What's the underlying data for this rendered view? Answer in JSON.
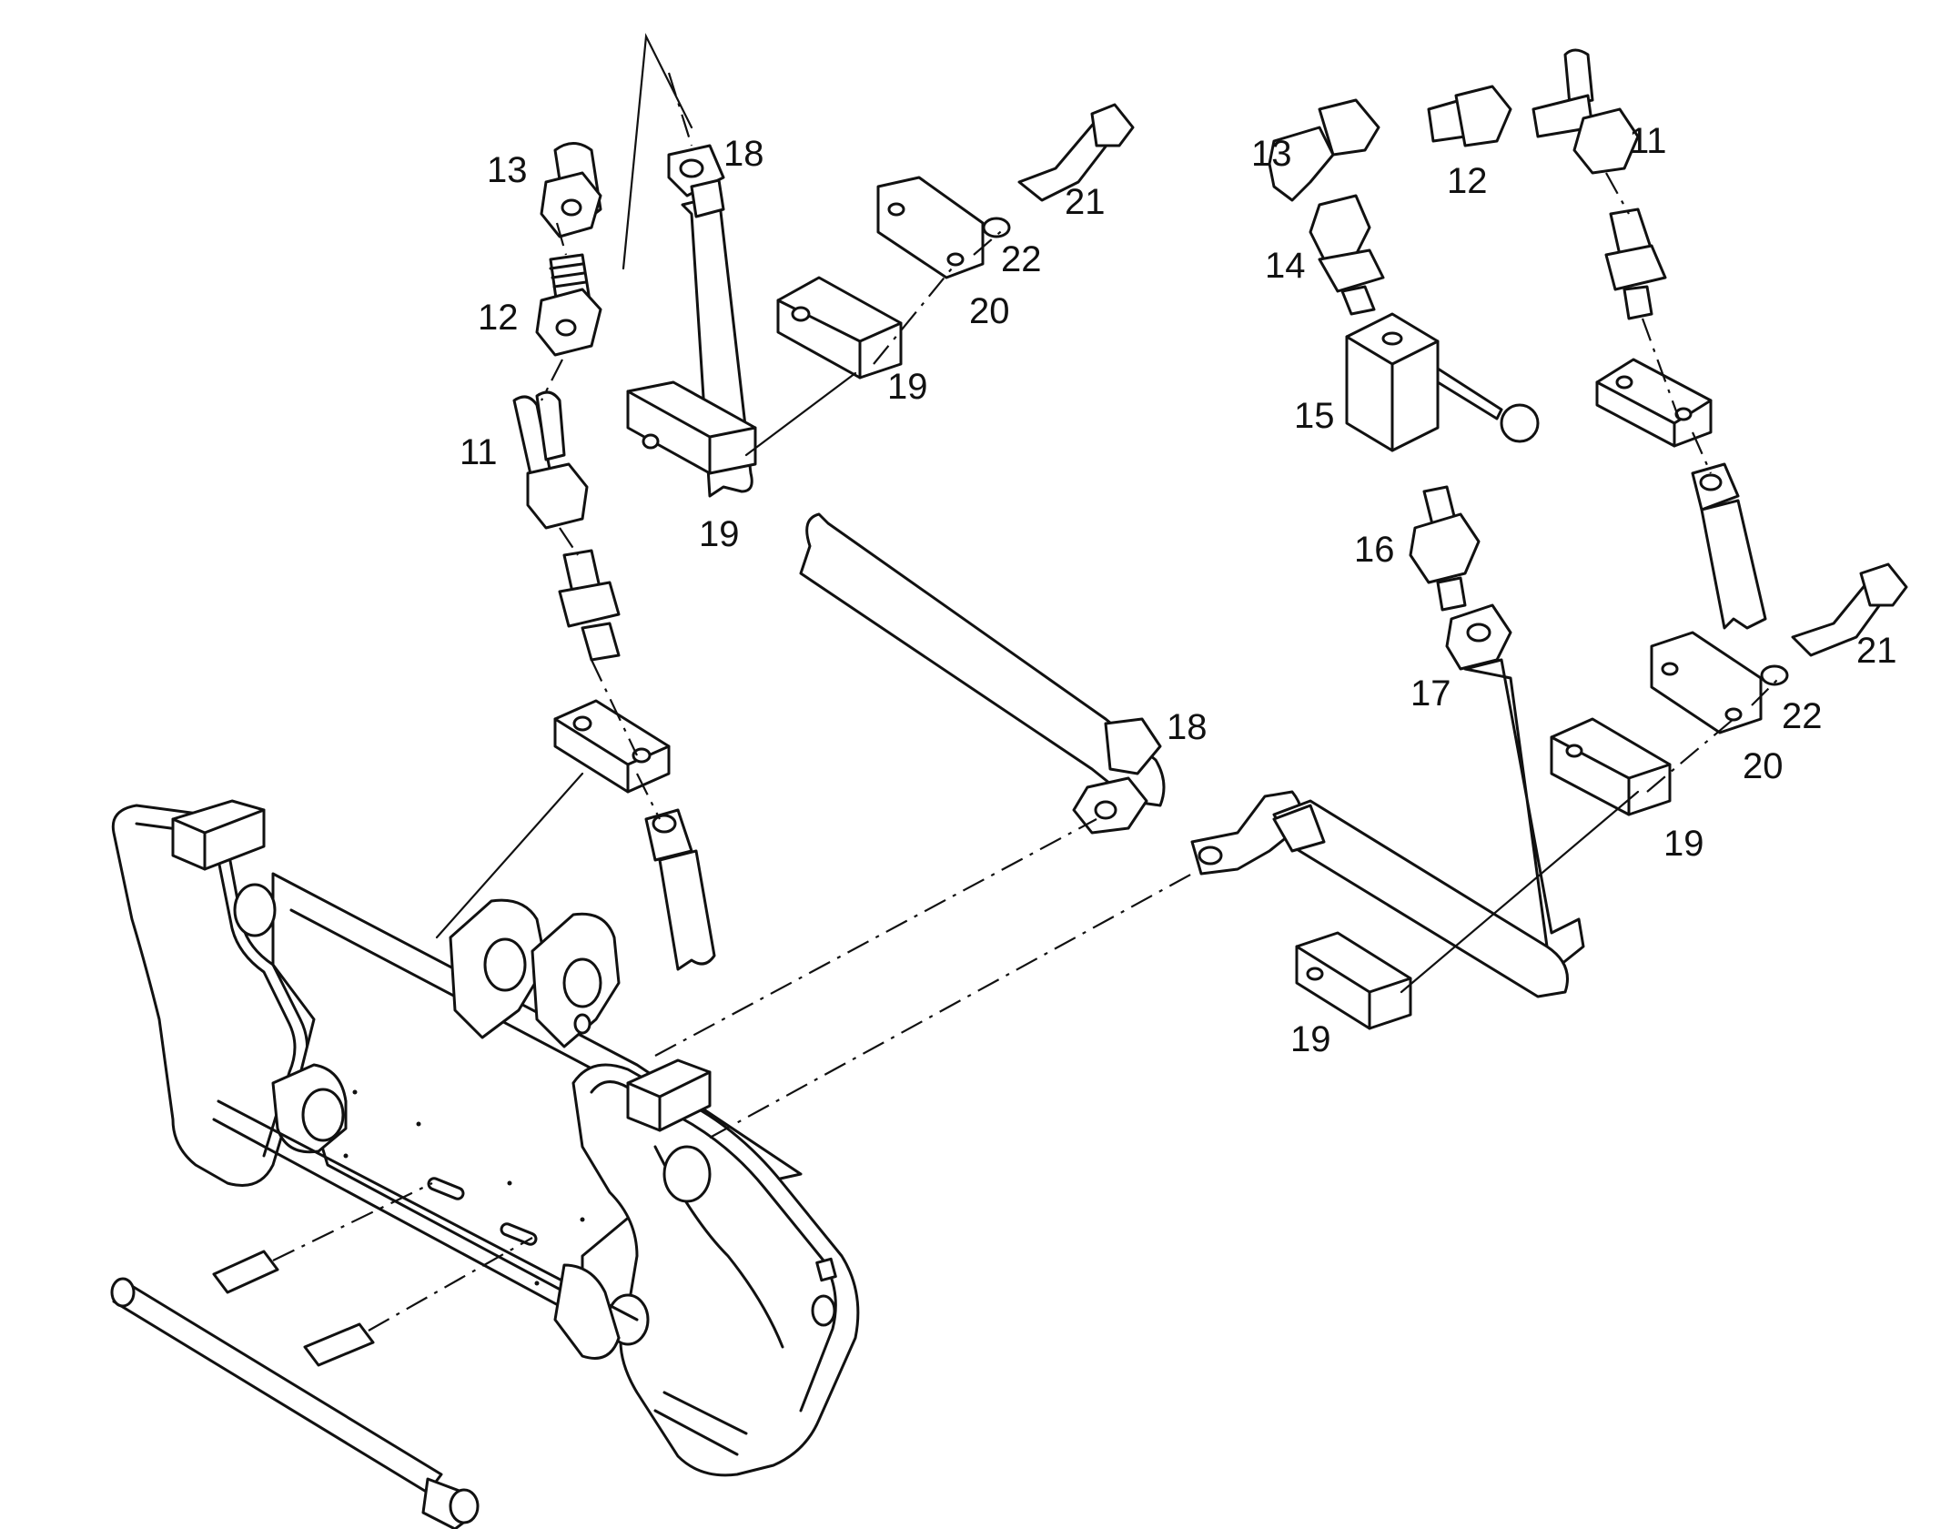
{
  "callouts": {
    "left_13": "13",
    "left_12": "12",
    "left_11": "11",
    "left_18_top": "18",
    "left_18_bottom": "18",
    "left_19_a": "19",
    "left_19_b": "19",
    "left_20": "20",
    "left_21": "21",
    "left_22": "22",
    "right_13": "13",
    "right_12": "12",
    "right_11": "11",
    "right_14": "14",
    "right_15": "15",
    "right_16": "16",
    "right_17": "17",
    "right_19_a": "19",
    "right_19_b": "19",
    "right_20": "20",
    "right_21": "21",
    "right_22": "22"
  }
}
